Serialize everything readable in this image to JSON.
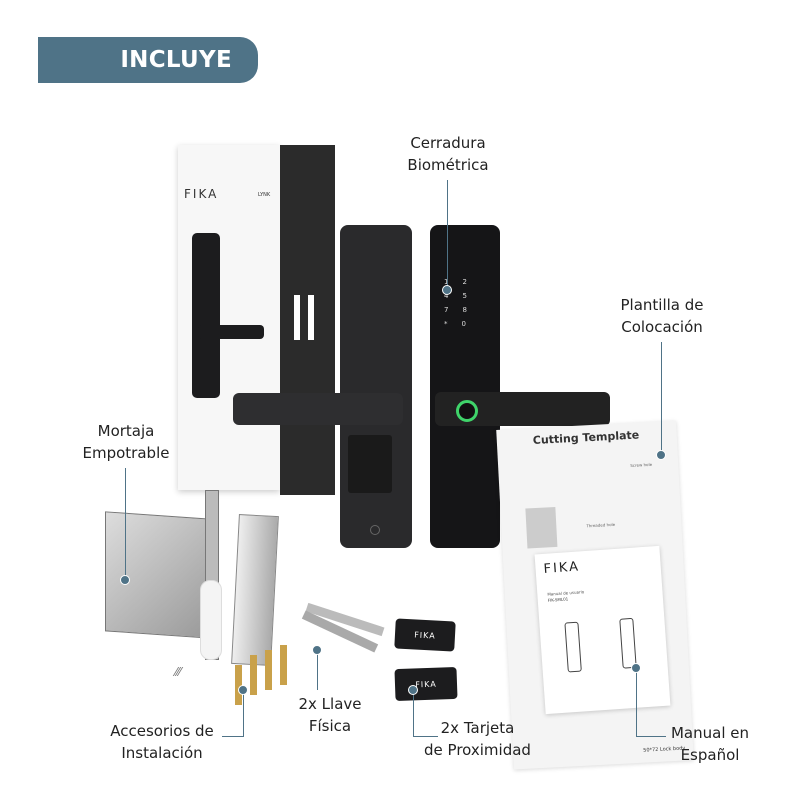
{
  "banner": {
    "title": "INCLUYE"
  },
  "labels": {
    "lock": [
      "Cerradura",
      "Biométrica"
    ],
    "template": [
      "Plantilla de",
      "Colocación"
    ],
    "mortise": [
      "Mortaja",
      "Empotrable"
    ],
    "accessories": [
      "Accesorios de",
      "Instalación"
    ],
    "keys": [
      "2x Llave",
      "Física"
    ],
    "cards": [
      "2x Tarjeta",
      "de Proximidad"
    ],
    "manual": [
      "Manual en",
      "Español"
    ]
  },
  "box": {
    "brand": "FIKA",
    "model": "LYNK"
  },
  "template": {
    "title": "Cutting Template",
    "note1": "Screw hole",
    "note2": "Threaded hole",
    "footer": "50*72 Lock body"
  },
  "manual": {
    "brand": "FIKA",
    "subtitle": "Manual de usuario",
    "model": "FIK-SML01"
  },
  "cards": {
    "brand": "FIKA"
  },
  "colors": {
    "accent": "#4f7387",
    "fingerprint": "#3fd46a"
  }
}
